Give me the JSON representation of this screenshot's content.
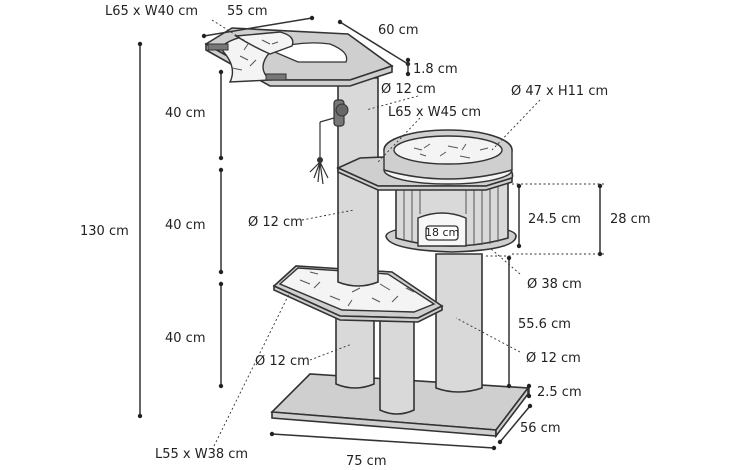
{
  "labels": {
    "top_platform_size": "L65 x W40 cm",
    "top_width": "55 cm",
    "top_depth": "60 cm",
    "top_thickness": "1.8 cm",
    "upper_post_diameter": "Ø 12 cm",
    "middle_platform_size": "L65 x W45 cm",
    "bed_size": "Ø 47 x H11 cm",
    "height_section_1": "40 cm",
    "height_section_2": "40 cm",
    "height_section_3": "40 cm",
    "total_height": "130 cm",
    "middle_post_diameter": "Ø 12 cm",
    "cave_inner_height": "24.5 cm",
    "cave_outer_height": "28 cm",
    "cave_opening": "18 cm",
    "cave_diameter": "Ø 38 cm",
    "right_post_height": "55.6 cm",
    "right_post_diameter": "Ø 12 cm",
    "lower_post_diameter": "Ø 12 cm",
    "base_thickness": "2.5 cm",
    "base_depth": "56 cm",
    "lower_platform_size": "L55 x W38 cm",
    "base_width": "75 cm"
  }
}
